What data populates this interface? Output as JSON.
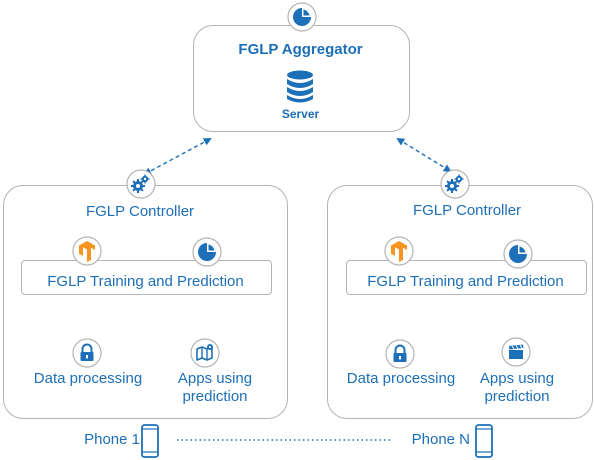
{
  "server": {
    "title": "FGLP Aggregator",
    "caption": "Server"
  },
  "phones": [
    {
      "controller": "FGLP Controller",
      "training": "FGLP Training and Prediction",
      "data_processing": "Data processing",
      "apps": "Apps using prediction",
      "phone_label": "Phone 1",
      "app_icon": "map-icon"
    },
    {
      "controller": "FGLP Controller",
      "training": "FGLP Training and Prediction",
      "data_processing": "Data processing",
      "apps": "Apps using prediction",
      "phone_label": "Phone N",
      "app_icon": "clapperboard-icon"
    }
  ],
  "colors": {
    "accent": "#1d6fb8",
    "border": "#b4b4b4",
    "tensorflow": "#f7941d"
  }
}
